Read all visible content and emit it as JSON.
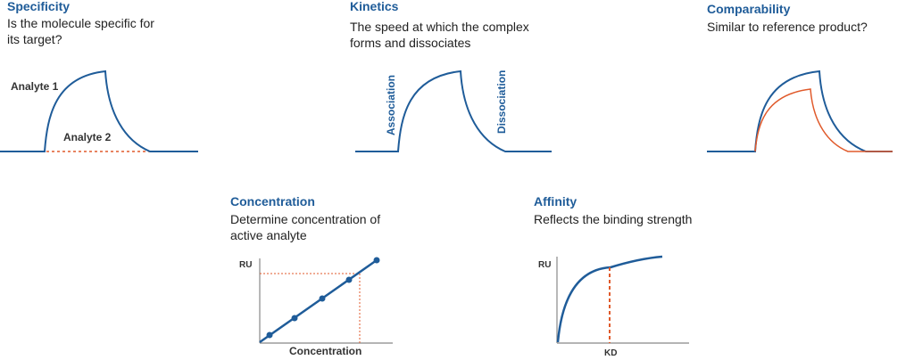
{
  "colors": {
    "blue": "#1f5c99",
    "orange": "#e05a2b",
    "text": "#222222"
  },
  "specificity": {
    "title": "Specificity",
    "desc_line1": "Is the molecule specific for",
    "desc_line2": "its target?",
    "label_analyte1": "Analyte 1",
    "label_analyte2": "Analyte 2"
  },
  "kinetics": {
    "title": "Kinetics",
    "desc_line1": "The speed at which the complex",
    "desc_line2": "forms and dissociates",
    "label_association": "Association",
    "label_dissociation": "Dissociation"
  },
  "comparability": {
    "title": "Comparability",
    "desc_line1": "Similar to reference product?"
  },
  "concentration": {
    "title": "Concentration",
    "desc_line1": "Determine concentration of",
    "desc_line2": "active analyte",
    "ylabel": "RU",
    "xlabel": "Concentration"
  },
  "affinity": {
    "title": "Affinity",
    "desc_line1": "Reflects the binding strength",
    "ylabel": "RU",
    "marker_label": "KD"
  }
}
